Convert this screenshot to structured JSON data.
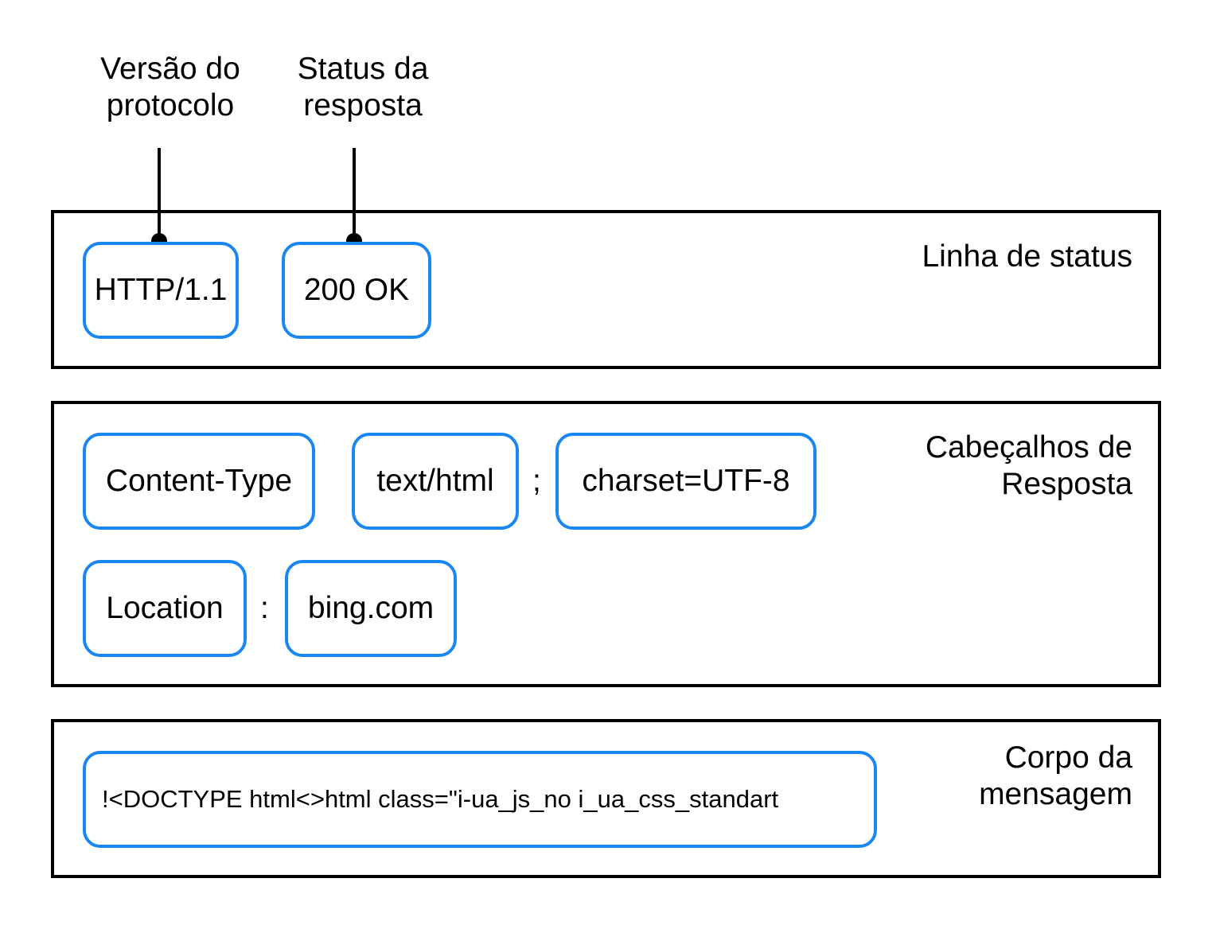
{
  "callouts": {
    "protocol_version": [
      "Versão do",
      "protocolo"
    ],
    "response_status": [
      "Status da",
      "resposta"
    ]
  },
  "status_line": {
    "label": "Linha de status",
    "version": "HTTP/1.1",
    "status": "200 OK"
  },
  "headers": {
    "label": [
      "Cabeçalhos de",
      "Resposta"
    ],
    "row1": {
      "name": "Content-Type",
      "value": "text/html",
      "separator": ";",
      "param": "charset=UTF-8"
    },
    "row2": {
      "name": "Location",
      "separator": ":",
      "value": "bing.com"
    }
  },
  "body": {
    "label": [
      "Corpo da",
      "mensagem"
    ],
    "content": "!<DOCTYPE html<>html class=\"i-ua_js_no i_ua_css_standart"
  },
  "colors": {
    "chip_border": "#1a86f0",
    "frame_border": "#000000"
  }
}
